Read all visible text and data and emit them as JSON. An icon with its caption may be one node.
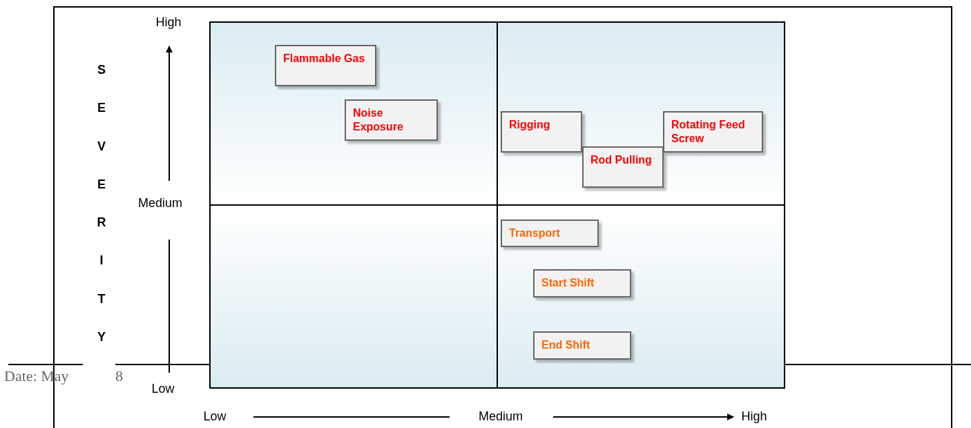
{
  "diagram": {
    "nodes": [
      {
        "text": [
          "Flammable Gas"
        ]
      },
      {
        "text": [
          "Noise Exposure"
        ]
      },
      {
        "text": [
          "Rigging"
        ]
      },
      {
        "text": [
          "Rod Pulling"
        ]
      },
      {
        "text": [
          "Rotating Feed Screw"
        ]
      },
      {
        "text": [
          "Transport"
        ]
      },
      {
        "text": [
          "Start Shift"
        ]
      },
      {
        "text": [
          "End Shift"
        ]
      }
    ],
    "labels": [
      "High",
      "S E V E R I T Y",
      "Medium",
      "Date: May",
      "8",
      "Low",
      "Low",
      "Medium",
      "High"
    ]
  }
}
